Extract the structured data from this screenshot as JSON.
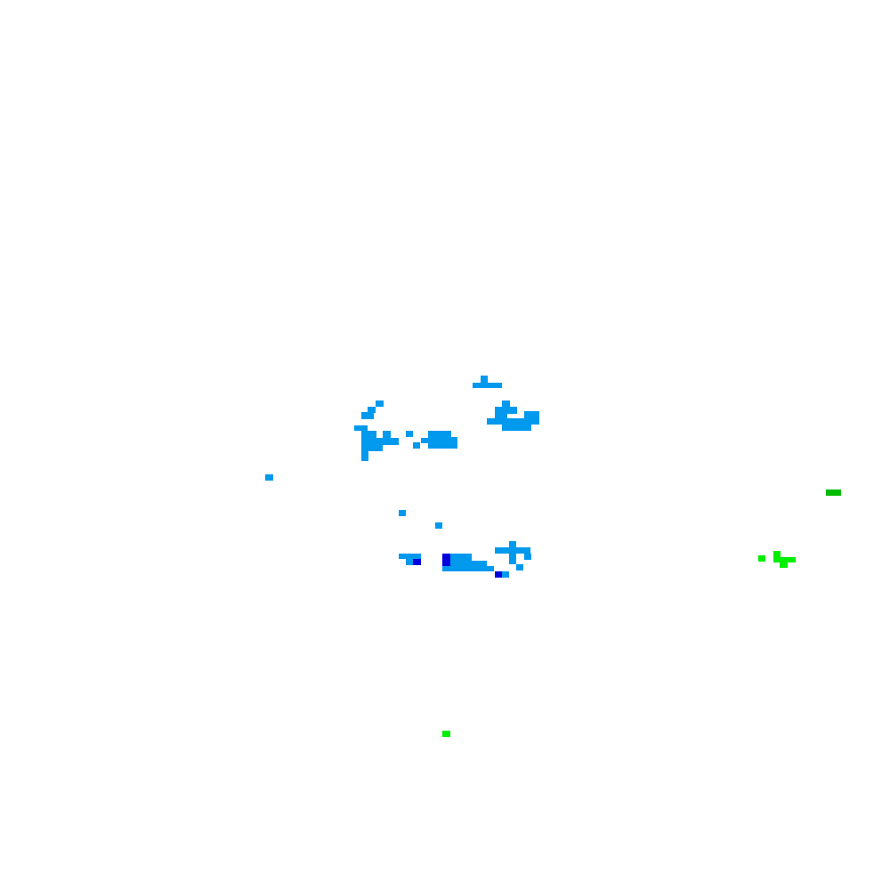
{
  "palette": {
    "background": "#ffffff",
    "light_blue": "#0099ee",
    "dark_blue": "#0000dd",
    "bright_green": "#00ee00",
    "green": "#00bb00"
  },
  "blobs": [
    {
      "name": "blob-north-ridge",
      "color": "light_blue"
    },
    {
      "name": "blob-west-cluster",
      "color": "light_blue"
    },
    {
      "name": "blob-center-cluster",
      "color": "light_blue"
    },
    {
      "name": "blob-east-cluster",
      "color": "light_blue"
    },
    {
      "name": "blob-far-west-dot",
      "color": "light_blue"
    },
    {
      "name": "blob-south-cluster",
      "color": "light_blue"
    },
    {
      "name": "blob-south-core",
      "color": "dark_blue"
    },
    {
      "name": "blob-east-green-cluster",
      "color": "bright_green"
    },
    {
      "name": "blob-east-green-bar",
      "color": "green"
    },
    {
      "name": "blob-south-green-dot",
      "color": "bright_green"
    }
  ]
}
